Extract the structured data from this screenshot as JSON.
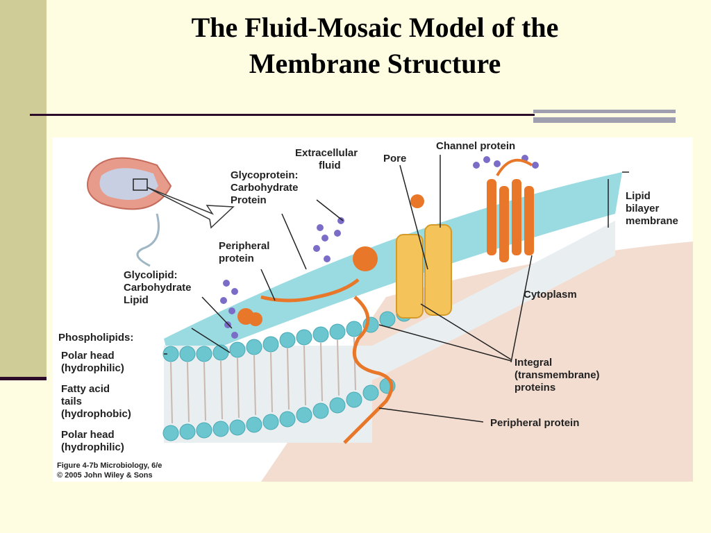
{
  "slide": {
    "title_line1": "The Fluid-Mosaic Model of the",
    "title_line2": "Membrane Structure"
  },
  "labels": {
    "extracellular_1": "Extracellular",
    "extracellular_2": "fluid",
    "pore": "Pore",
    "channel_protein": "Channel protein",
    "glycoprotein_1": "Glycoprotein:",
    "glycoprotein_2": "Carbohydrate",
    "glycoprotein_3": "Protein",
    "lipid_bilayer_1": "Lipid",
    "lipid_bilayer_2": "bilayer",
    "lipid_bilayer_3": "membrane",
    "peripheral_top_1": "Peripheral",
    "peripheral_top_2": "protein",
    "glycolipid_1": "Glycolipid:",
    "glycolipid_2": "Carbohydrate",
    "glycolipid_3": "Lipid",
    "cytoplasm": "Cytoplasm",
    "phospholipids": "Phospholipids:",
    "polar_head_top_1": "Polar head",
    "polar_head_top_2": "(hydrophilic)",
    "fatty_acid_1": "Fatty acid",
    "fatty_acid_2": "tails",
    "fatty_acid_3": "(hydrophobic)",
    "polar_head_bottom_1": "Polar head",
    "polar_head_bottom_2": "(hydrophilic)",
    "integral_1": "Integral",
    "integral_2": "(transmembrane)",
    "integral_3": "proteins",
    "peripheral_bottom": "Peripheral protein"
  },
  "caption": {
    "line1": "Figure 4-7b Microbiology, 6/e",
    "line2": "© 2005 John Wiley & Sons"
  },
  "colors": {
    "background": "#fefde1",
    "sidebar": "#cfcc98",
    "rule": "#2b0a2a",
    "membrane_head": "#7fd0d8",
    "protein": "#e8772a",
    "channel": "#f4c45a",
    "carbohydrate": "#7b6cc8",
    "cytoplasm": "#f3ddd0"
  }
}
